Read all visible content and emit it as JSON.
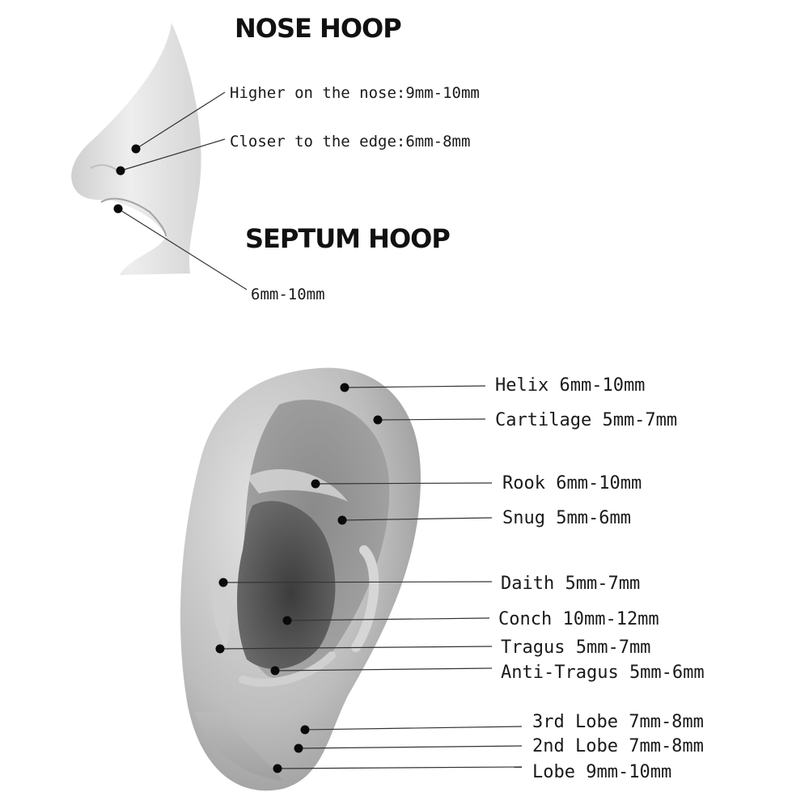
{
  "nose": {
    "heading": "NOSE HOOP",
    "labels": {
      "higher": "Higher on the nose:9mm-10mm",
      "closer": "Closer to the edge:6mm-8mm"
    }
  },
  "septum": {
    "heading": "SEPTUM HOOP",
    "label": "6mm-10mm"
  },
  "ear": {
    "labels": {
      "helix": "Helix 6mm-10mm",
      "cartilage": "Cartilage 5mm-7mm",
      "rook": "Rook 6mm-10mm",
      "snug": "Snug 5mm-6mm",
      "daith": "Daith 5mm-7mm",
      "conch": "Conch 10mm-12mm",
      "tragus": "Tragus 5mm-7mm",
      "anti_tragus": "Anti-Tragus 5mm-6mm",
      "lobe3": "3rd Lobe 7mm-8mm",
      "lobe2": "2nd Lobe 7mm-8mm",
      "lobe": "Lobe 9mm-10mm"
    }
  }
}
